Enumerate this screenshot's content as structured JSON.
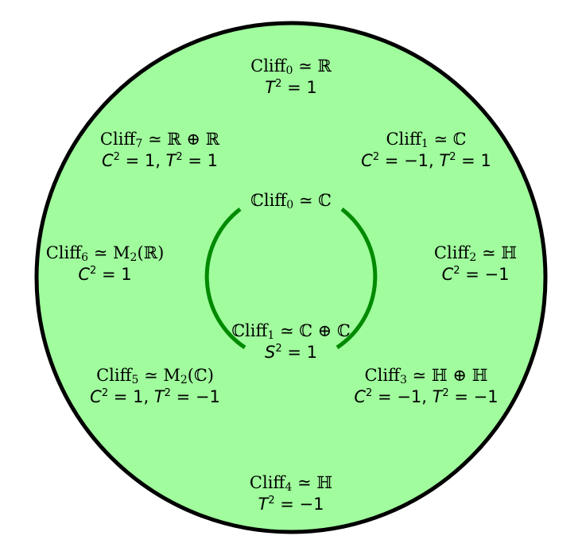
{
  "colors": {
    "fill": "#a0fc9d",
    "outer_stroke": "#000000",
    "inner_stroke": "#008a00"
  },
  "outer_labels": [
    {
      "id": "cliff0",
      "cliff": "Cliff<sub>0</sub> ≃ ℝ",
      "rel": "<i>T</i><sup>2</sup> = 1"
    },
    {
      "id": "cliff1",
      "cliff": "Cliff<sub>1</sub> ≃ ℂ",
      "rel": "<i>C</i><sup>2</sup> = −1, <i>T</i><sup>2</sup> = 1"
    },
    {
      "id": "cliff2",
      "cliff": "Cliff<sub>2</sub> ≃ ℍ",
      "rel": "<i>C</i><sup>2</sup> = −1"
    },
    {
      "id": "cliff3",
      "cliff": "Cliff<sub>3</sub> ≃ ℍ ⊕ ℍ",
      "rel": "<i>C</i><sup>2</sup> = −1, <i>T</i><sup>2</sup> = −1"
    },
    {
      "id": "cliff4",
      "cliff": "Cliff<sub>4</sub> ≃ ℍ",
      "rel": "<i>T</i><sup>2</sup> = −1"
    },
    {
      "id": "cliff5",
      "cliff": "Cliff<sub>5</sub> ≃ M<sub>2</sub>(ℂ)",
      "rel": "<i>C</i><sup>2</sup> = 1, <i>T</i><sup>2</sup> = −1"
    },
    {
      "id": "cliff6",
      "cliff": "Cliff<sub>6</sub> ≃ M<sub>2</sub>(ℝ)",
      "rel": "<i>C</i><sup>2</sup> = 1"
    },
    {
      "id": "cliff7",
      "cliff": "Cliff<sub>7</sub> ≃ ℝ ⊕ ℝ",
      "rel": "<i>C</i><sup>2</sup> = 1, <i>T</i><sup>2</sup> = 1"
    }
  ],
  "inner_labels": [
    {
      "id": "ccliff0",
      "cliff": "ℂliff<sub>0</sub> ≃ ℂ",
      "rel": ""
    },
    {
      "id": "ccliff1",
      "cliff": "ℂliff<sub>1</sub> ≃ ℂ ⊕ ℂ",
      "rel": "<i>S</i><sup>2</sup> = 1"
    }
  ]
}
